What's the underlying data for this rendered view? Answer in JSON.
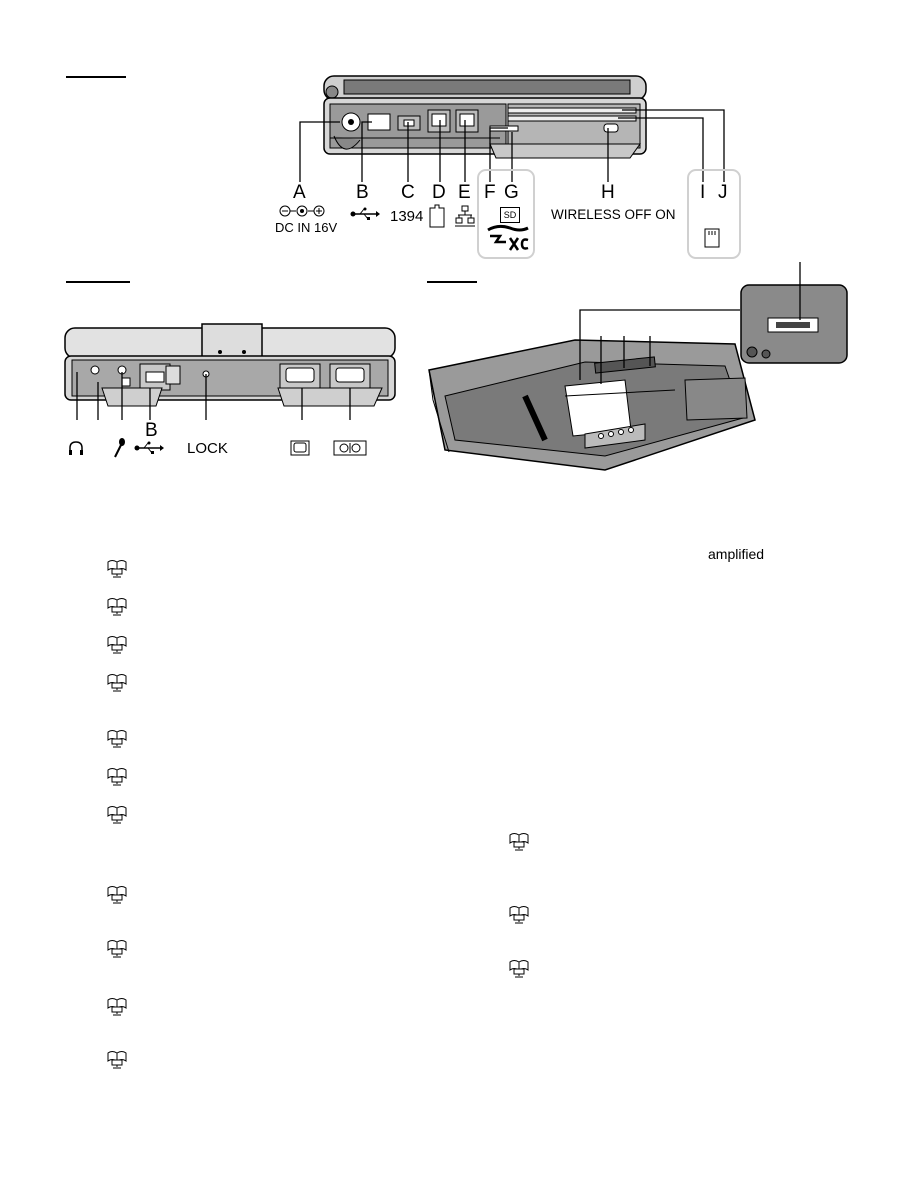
{
  "top_panel": {
    "callouts": {
      "a": "A",
      "b": "B",
      "c": "C",
      "d": "D",
      "e": "E",
      "f": "F",
      "g": "G",
      "h": "H",
      "i": "I",
      "j": "J"
    },
    "dc_in_label": "DC IN 16V",
    "firewire_label": "1394",
    "sd_badge": "SD",
    "wireless_label": "WIRELESS OFF  ON"
  },
  "left_panel": {
    "callout_b": "B",
    "lock_label": "LOCK"
  },
  "bottom_panel": {
    "icons": [
      "headphone-icon",
      "microphone-icon",
      "usb-icon",
      "display-icon",
      "serial-icon"
    ]
  },
  "right_text": {
    "amplified": "amplified"
  },
  "reference_icon": "manual-reference-icon",
  "colors": {
    "line": "#000000",
    "device_fill": "#d8d8d8",
    "device_dark": "#6a6a6a"
  }
}
